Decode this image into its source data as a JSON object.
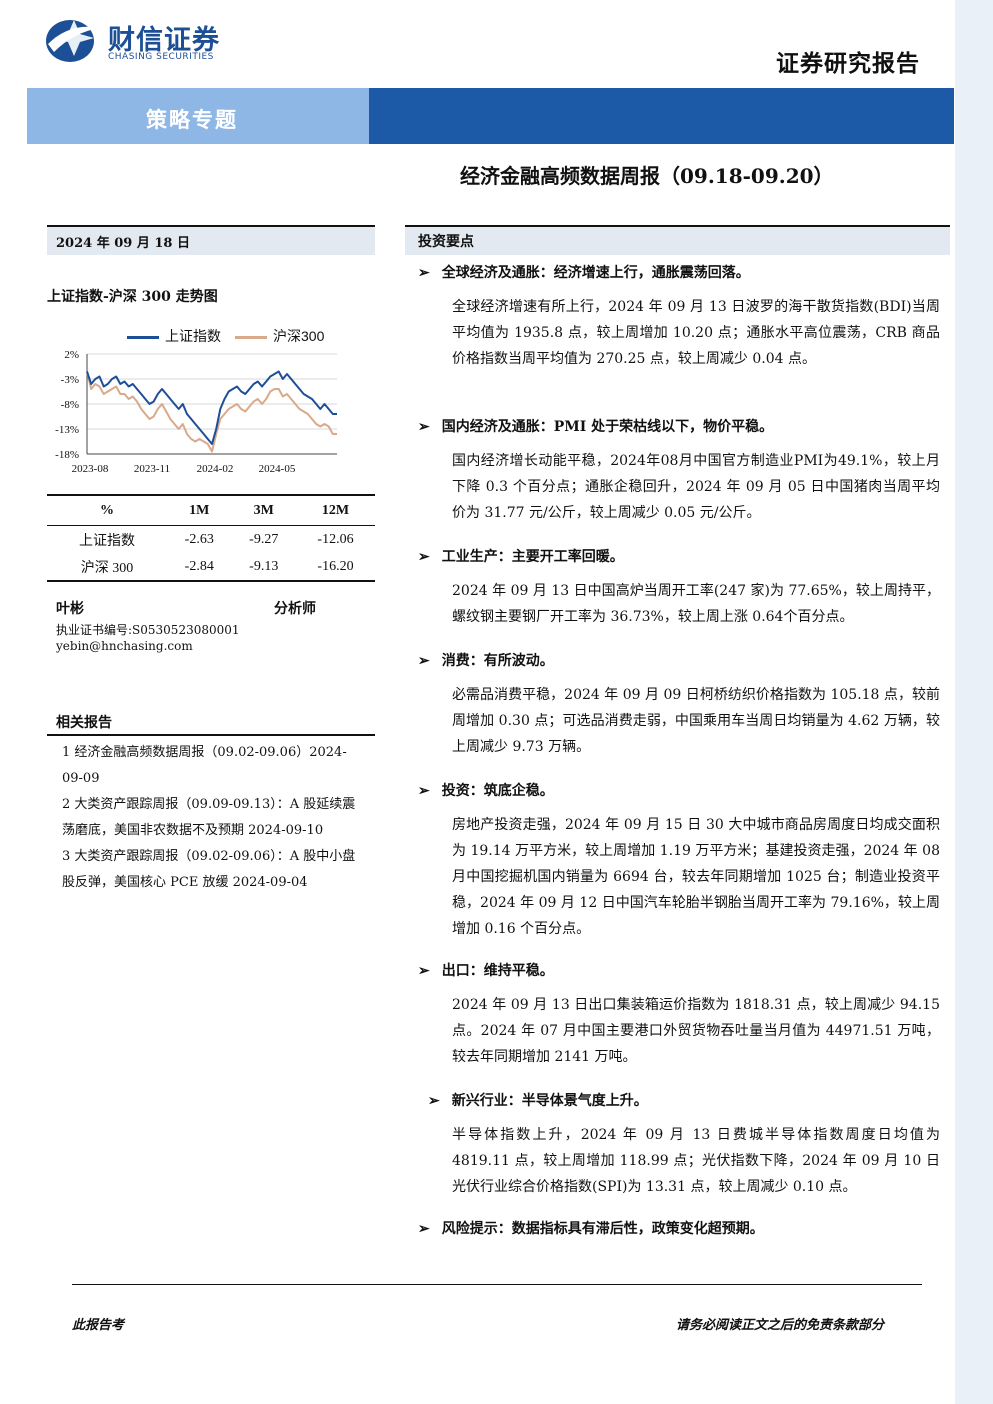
{
  "brand": {
    "name_cn": "财信证券",
    "name_en": "CHASING SECURITIES",
    "colors": {
      "primary": "#1c4f96",
      "banner_light": "#8fb7e6",
      "banner_dark": "#1c5aa7"
    }
  },
  "header": {
    "report_type": "证券研究报告",
    "category": "策略专题",
    "title": "经济金融高频数据周报（09.18-09.20）"
  },
  "left": {
    "date": "2024 年 09 月 18 日",
    "chart_title": "上证指数-沪深 300 走势图",
    "table": {
      "headers": [
        "%",
        "1M",
        "3M",
        "12M"
      ],
      "rows": [
        [
          "上证指数",
          "-2.63",
          "-9.27",
          "-12.06"
        ],
        [
          "沪深 300",
          "-2.84",
          "-9.13",
          "-16.20"
        ]
      ]
    },
    "analyst": {
      "name": "叶彬",
      "role": "分析师",
      "cert": "执业证书编号:S0530523080001",
      "email": "yebin@hnchasing.com"
    },
    "related_title": "相关报告",
    "related": [
      "1 经济金融高频数据周报（09.02-09.06）2024-09-09",
      "2 大类资产跟踪周报（09.09-09.13）：A 股延续震荡磨底，美国非农数据不及预期 2024-09-10",
      "3 大类资产跟踪周报（09.02-09.06）：A 股中小盘股反弹，美国核心 PCE 放缓 2024-09-04"
    ]
  },
  "chart_data": {
    "type": "line",
    "title": "上证指数-沪深 300 走势图",
    "xlabel": "",
    "ylabel": "",
    "x_ticks": [
      "2023-08",
      "2023-11",
      "2024-02",
      "2024-05"
    ],
    "y_ticks": [
      "2%",
      "-3%",
      "-8%",
      "-13%",
      "-18%"
    ],
    "ylim": [
      -18,
      2
    ],
    "legend_position": "top",
    "grid": "horizontal",
    "series": [
      {
        "name": "上证指数",
        "color": "#1f4e99",
        "values": [
          -1.5,
          -4,
          -3,
          -2.5,
          -4.5,
          -4,
          -3,
          -2.5,
          -4,
          -3.5,
          -4.5,
          -4,
          -5,
          -6,
          -7,
          -8,
          -7.5,
          -6,
          -5,
          -6,
          -7,
          -8,
          -9,
          -8,
          -10,
          -11,
          -12,
          -13,
          -14,
          -15,
          -16,
          -13,
          -9,
          -7,
          -5.5,
          -5,
          -4.5,
          -5.5,
          -6,
          -5,
          -4,
          -3.5,
          -4.5,
          -3.5,
          -2.5,
          -2,
          -1.5,
          -3,
          -2,
          -3,
          -4,
          -5,
          -6,
          -6.5,
          -7,
          -8,
          -9,
          -8,
          -9,
          -10,
          -10
        ]
      },
      {
        "name": "沪深300",
        "color": "#d9a98a",
        "values": [
          -1.5,
          -5,
          -4,
          -4.5,
          -6,
          -5.5,
          -5,
          -4.5,
          -6,
          -6,
          -7,
          -6.5,
          -7.5,
          -9,
          -10,
          -11,
          -10.5,
          -9,
          -8,
          -9.5,
          -11,
          -12,
          -13,
          -12,
          -14,
          -15,
          -15.5,
          -15,
          -15.5,
          -16,
          -17.5,
          -14,
          -11,
          -10,
          -9,
          -8.5,
          -8,
          -9,
          -9.5,
          -8.5,
          -7.5,
          -7,
          -8,
          -7,
          -5.5,
          -5,
          -5,
          -6.5,
          -6,
          -7,
          -8,
          -9,
          -9.5,
          -10,
          -11,
          -12,
          -12.5,
          -12,
          -12.5,
          -14,
          -14
        ]
      }
    ]
  },
  "right": {
    "section_title": "投资要点",
    "points": [
      {
        "heading": "全球经济及通胀：经济增速上行，通胀震荡回落。",
        "text": "全球经济增速有所上行，2024 年 09 月 13 日波罗的海干散货指数(BDI)当周平均值为 1935.8 点，较上周增加 10.20 点；通胀水平高位震荡，CRB 商品价格指数当周平均值为 270.25 点，较上周减少 0.04 点。"
      },
      {
        "heading": "国内经济及通胀：PMI 处于荣枯线以下，物价平稳。",
        "text": "国内经济增长动能平稳，2024年08月中国官方制造业PMI为49.1%，较上月下降 0.3 个百分点；通胀企稳回升，2024 年 09 月 05 日中国猪肉当周平均价为 31.77 元/公斤，较上周减少 0.05 元/公斤。"
      },
      {
        "heading": "工业生产：主要开工率回暖。",
        "text": "2024 年 09 月 13 日中国高炉当周开工率(247 家)为 77.65%，较上周持平，螺纹钢主要钢厂开工率为 36.73%，较上周上涨 0.64个百分点。"
      },
      {
        "heading": "消费：有所波动。",
        "text": "必需品消费平稳，2024 年 09 月 09 日柯桥纺织价格指数为 105.18 点，较前周增加 0.30 点；可选品消费走弱，中国乘用车当周日均销量为 4.62 万辆，较上周减少 9.73 万辆。"
      },
      {
        "heading": "投资：筑底企稳。",
        "text": "房地产投资走强，2024 年 09 月 15 日 30 大中城市商品房周度日均成交面积为 19.14 万平方米，较上周增加 1.19 万平方米；基建投资走强，2024 年 08 月中国挖掘机国内销量为 6694 台，较去年同期增加 1025 台；制造业投资平稳，2024 年 09 月 12 日中国汽车轮胎半钢胎当周开工率为 79.16%，较上周增加 0.16 个百分点。"
      },
      {
        "heading": "出口：维持平稳。",
        "text": "2024 年 09 月 13 日出口集装箱运价指数为 1818.31 点，较上周减少 94.15 点。2024 年 07 月中国主要港口外贸货物吞吐量当月值为 44971.51 万吨，较去年同期增加 2141 万吨。"
      },
      {
        "heading": "新兴行业：半导体景气度上升。",
        "text": "半导体指数上升，2024 年 09 月 13 日费城半导体指数周度日均值为 4819.11 点，较上周增加 118.99 点；光伏指数下降，2024 年 09 月 10 日光伏行业综合价格指数(SPI)为 13.31 点，较上周减少 0.10 点。"
      },
      {
        "heading": "风险提示：数据指标具有滞后性，政策变化超预期。",
        "text": ""
      }
    ]
  },
  "footer": {
    "left": "此报告考",
    "right": "请务必阅读正文之后的免责条款部分"
  }
}
